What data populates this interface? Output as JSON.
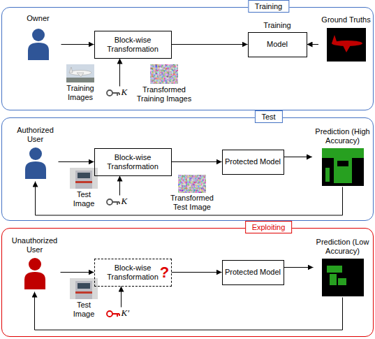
{
  "diagram": {
    "nodes": [
      {
        "text": [
          "Training"
        ]
      },
      {
        "text": [
          "Owner"
        ],
        "in": 0
      },
      {
        "text": [
          "Block-wise Transformation"
        ],
        "in": 0
      },
      {
        "text": [
          "K"
        ],
        "in": 0
      },
      {
        "text": [
          "Training",
          "Model"
        ],
        "in": 0
      },
      {
        "text": [
          "Ground Truths"
        ],
        "in": 0
      },
      {
        "text": [
          "Test"
        ]
      },
      {
        "text": [
          "Authorized User"
        ],
        "in": 6
      },
      {
        "text": [
          "Block-wise Transformation"
        ],
        "in": 6
      },
      {
        "text": [
          "K"
        ],
        "in": 6
      },
      {
        "text": [
          "Protected Model"
        ],
        "in": 6
      },
      {
        "text": [
          "Prediction (High Accuracy)"
        ],
        "in": 6
      },
      {
        "text": [
          "Exploiting"
        ]
      },
      {
        "text": [
          "Unauthorized User"
        ],
        "in": 12
      },
      {
        "text": [
          "Block-wise Transformation"
        ],
        "in": 12
      },
      {
        "text": [
          "K′"
        ],
        "in": 12
      },
      {
        "text": [
          "Protected Model"
        ],
        "in": 12
      },
      {
        "text": [
          "Prediction (Low Accuracy)"
        ],
        "in": 12
      }
    ],
    "edges": [
      {
        "from": 1,
        "to": 2,
        "arrow": "to"
      },
      {
        "from": 3,
        "to": 2,
        "arrow": "to"
      },
      {
        "from": 2,
        "to": 4,
        "arrow": "to"
      },
      {
        "from": 5,
        "to": 4,
        "arrow": "to"
      },
      {
        "from": 7,
        "to": 8,
        "arrow": "to"
      },
      {
        "from": 9,
        "to": 8,
        "arrow": "to"
      },
      {
        "from": 8,
        "to": 10,
        "arrow": "to"
      },
      {
        "from": 10,
        "to": 11,
        "arrow": "to"
      },
      {
        "from": 11,
        "to": 7,
        "arrow": "to"
      },
      {
        "from": 13,
        "to": 14,
        "arrow": "to"
      },
      {
        "from": 15,
        "to": 14,
        "arrow": "to"
      },
      {
        "from": 14,
        "to": 16,
        "arrow": "to"
      },
      {
        "from": 16,
        "to": 17,
        "arrow": "to"
      },
      {
        "from": 17,
        "to": 13,
        "arrow": "to"
      }
    ],
    "labels": [
      "Training Images",
      "Transformed Training Images",
      "Test Image",
      "Transformed Test Image",
      "?",
      "Test Image"
    ]
  }
}
